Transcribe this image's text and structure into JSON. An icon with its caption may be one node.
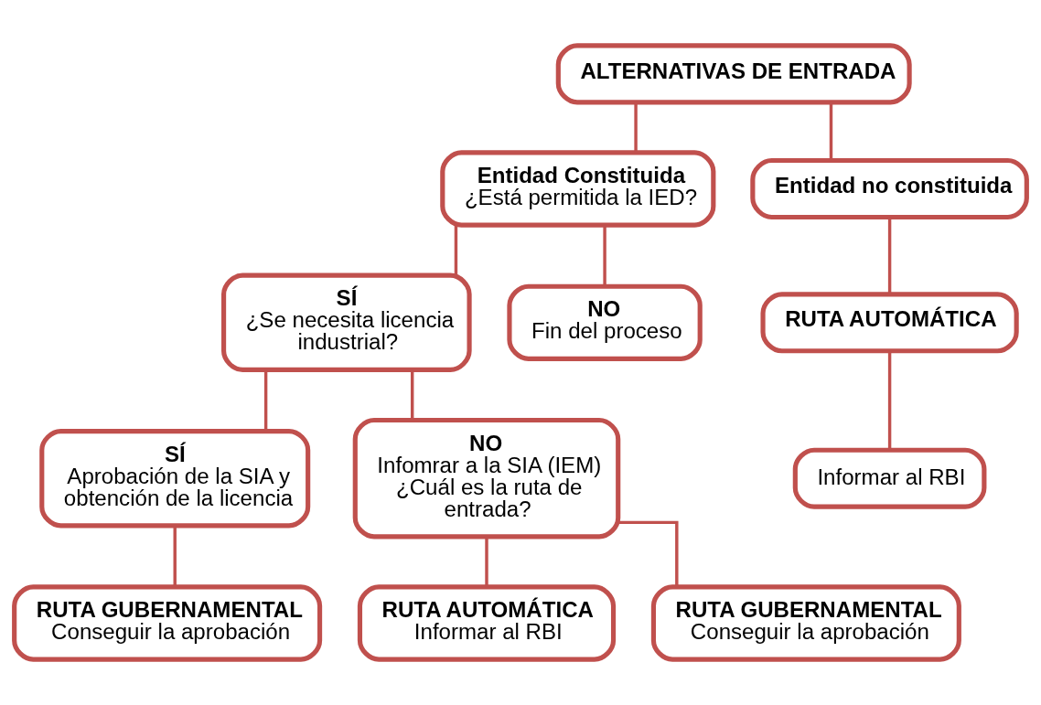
{
  "diagram": {
    "nodes": [
      {
        "text": [
          "ALTERNATIVAS DE ENTRADA"
        ]
      },
      {
        "text": [
          "Entidad Constituida",
          "¿Está permitida la IED?"
        ]
      },
      {
        "text": [
          "Entidad no constituida"
        ]
      },
      {
        "text": [
          "SÍ",
          "¿Se necesita licencia industrial?"
        ]
      },
      {
        "text": [
          "NO",
          "Fin del proceso"
        ]
      },
      {
        "text": [
          "RUTA AUTOMÁTICA"
        ]
      },
      {
        "text": [
          "SÍ",
          "Aprobación de la SIA y obtención de la licencia"
        ]
      },
      {
        "text": [
          "NO",
          "Infomrar a la SIA (IEM) ¿Cuál es la ruta de entrada?"
        ]
      },
      {
        "text": [
          "Informar al RBI"
        ]
      },
      {
        "text": [
          "RUTA GUBERNAMENTAL",
          "Conseguir la aprobación"
        ]
      },
      {
        "text": [
          "RUTA AUTOMÁTICA",
          "Informar al RBI"
        ]
      },
      {
        "text": [
          "RUTA GUBERNAMENTAL",
          "Conseguir la aprobación"
        ]
      }
    ],
    "edges": [
      {
        "from": 0,
        "to": 1,
        "arrow": "none"
      },
      {
        "from": 0,
        "to": 2,
        "arrow": "none"
      },
      {
        "from": 1,
        "to": 3,
        "arrow": "none"
      },
      {
        "from": 1,
        "to": 4,
        "arrow": "none"
      },
      {
        "from": 2,
        "to": 5,
        "arrow": "none"
      },
      {
        "from": 3,
        "to": 6,
        "arrow": "none"
      },
      {
        "from": 3,
        "to": 7,
        "arrow": "none"
      },
      {
        "from": 5,
        "to": 8,
        "arrow": "none"
      },
      {
        "from": 6,
        "to": 9,
        "arrow": "none"
      },
      {
        "from": 7,
        "to": 10,
        "arrow": "none"
      },
      {
        "from": 7,
        "to": 11,
        "arrow": "none"
      }
    ]
  }
}
